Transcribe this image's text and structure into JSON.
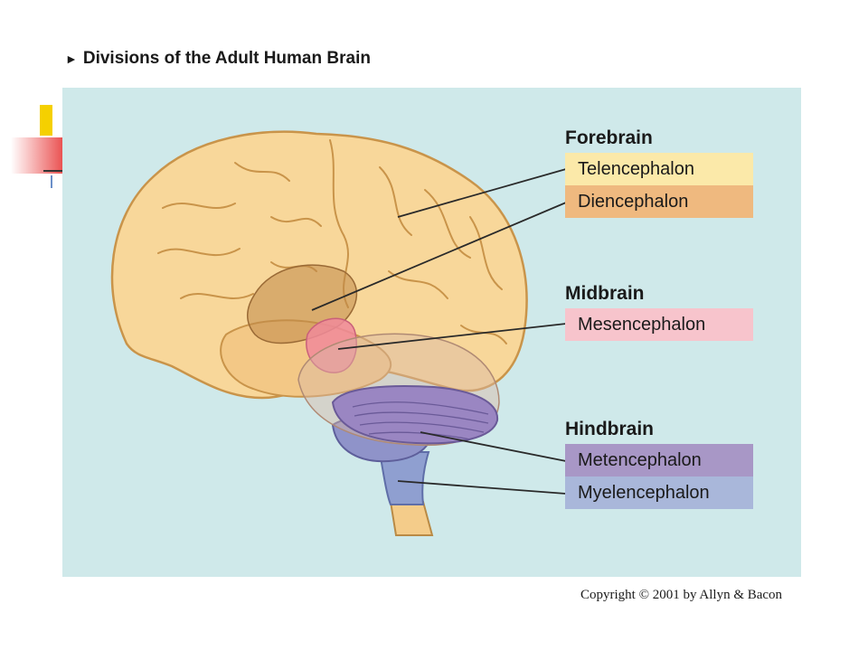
{
  "figure": {
    "title": "Divisions of the Adult Human Brain",
    "title_marker": "►",
    "copyright": "Copyright © 2001 by Allyn & Bacon"
  },
  "groups": [
    {
      "heading": "Forebrain",
      "divisions": [
        "Telencephalon",
        "Diencephalon"
      ]
    },
    {
      "heading": "Midbrain",
      "divisions": [
        "Mesencephalon"
      ]
    },
    {
      "heading": "Hindbrain",
      "divisions": [
        "Metencephalon",
        "Myelencephalon"
      ]
    }
  ],
  "colors": {
    "panel": "#cfe9ea",
    "telencephalon": "#fbe9a9",
    "diencephalon": "#efb97f",
    "mesencephalon": "#f7c4cc",
    "metencephalon": "#a897c6",
    "myelencephalon": "#a9b7da",
    "cortex": "#f8d79a"
  }
}
